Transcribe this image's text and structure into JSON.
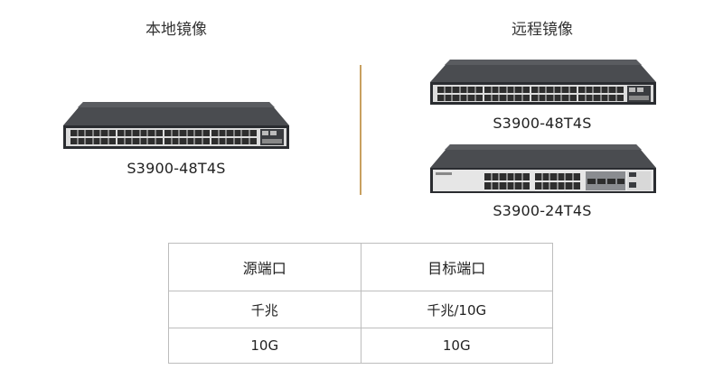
{
  "local": {
    "heading": "本地镜像",
    "switch_model": "S3900-48T4S"
  },
  "remote": {
    "heading": "远程镜像",
    "switches": [
      {
        "model": "S3900-48T4S"
      },
      {
        "model": "S3900-24T4S"
      }
    ]
  },
  "table": {
    "headers": [
      "源端口",
      "目标端口"
    ],
    "rows": [
      [
        "千兆",
        "千兆/10G"
      ],
      [
        "10G",
        "10G"
      ]
    ]
  },
  "colors": {
    "divider": "#c8a060",
    "switch_top": "#4a4c50",
    "switch_front": "#2a2c30",
    "port_panel": "#e8e8e8"
  }
}
